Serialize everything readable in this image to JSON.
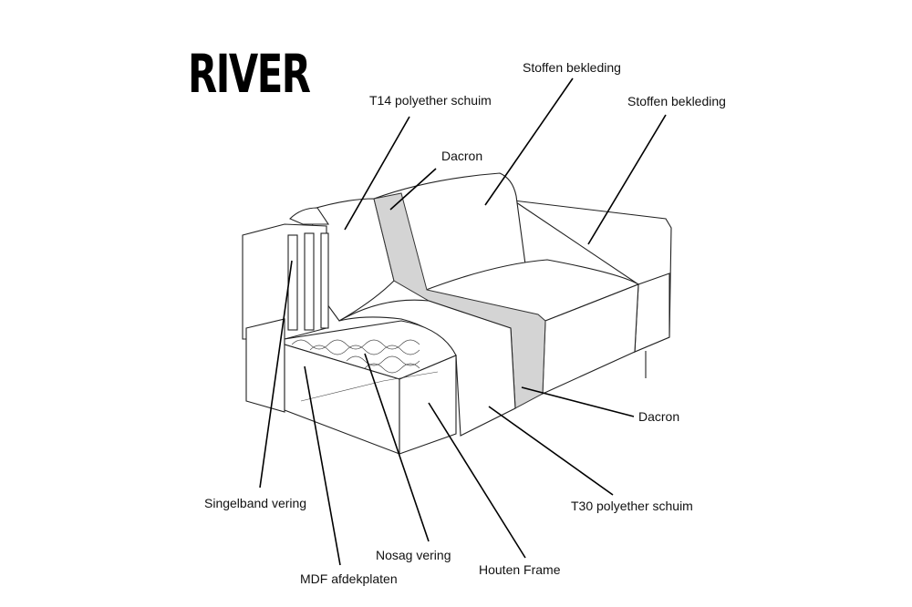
{
  "title": "RIVER",
  "labels": {
    "t14": "T14 polyether schuim",
    "stoffen1": "Stoffen  bekleding",
    "stoffen2": "Stoffen  bekleding",
    "dacron_top": "Dacron",
    "dacron_right": "Dacron",
    "t30": "T30 polyether schuim",
    "singelband": "Singelband vering",
    "nosag": "Nosag vering",
    "mdf": "MDF afdekplaten",
    "houten": "Houten Frame"
  }
}
